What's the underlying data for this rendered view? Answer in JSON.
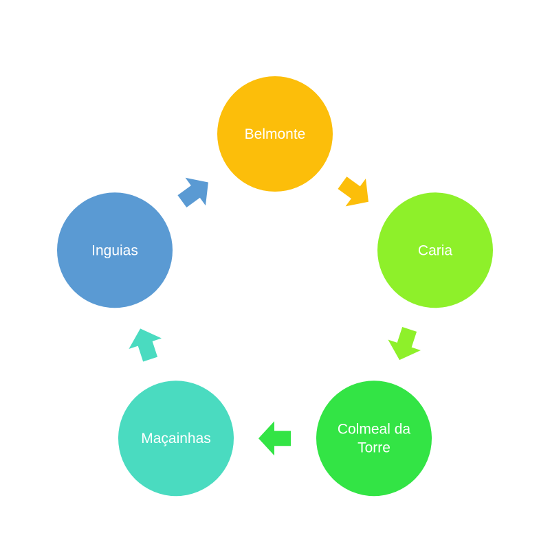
{
  "diagram": {
    "type": "cycle",
    "nodes": [
      {
        "id": "belmonte",
        "lines": [
          "Belmonte"
        ],
        "color": "#FCBE0A"
      },
      {
        "id": "caria",
        "lines": [
          "Caria"
        ],
        "color": "#8EF02A"
      },
      {
        "id": "colmeal-da-torre",
        "lines": [
          "Colmeal da",
          "Torre"
        ],
        "color": "#33E445"
      },
      {
        "id": "macainhas",
        "lines": [
          "Maçainhas"
        ],
        "color": "#4ADBC0"
      },
      {
        "id": "inguias",
        "lines": [
          "Inguias"
        ],
        "color": "#5A9AD3"
      }
    ],
    "arrows": [
      {
        "from": "belmonte",
        "to": "caria",
        "color": "#FCBE0A"
      },
      {
        "from": "caria",
        "to": "colmeal-da-torre",
        "color": "#8EF02A"
      },
      {
        "from": "colmeal-da-torre",
        "to": "macainhas",
        "color": "#33E445"
      },
      {
        "from": "macainhas",
        "to": "inguias",
        "color": "#4ADBC0"
      },
      {
        "from": "inguias",
        "to": "belmonte",
        "color": "#5A9AD3"
      }
    ]
  }
}
